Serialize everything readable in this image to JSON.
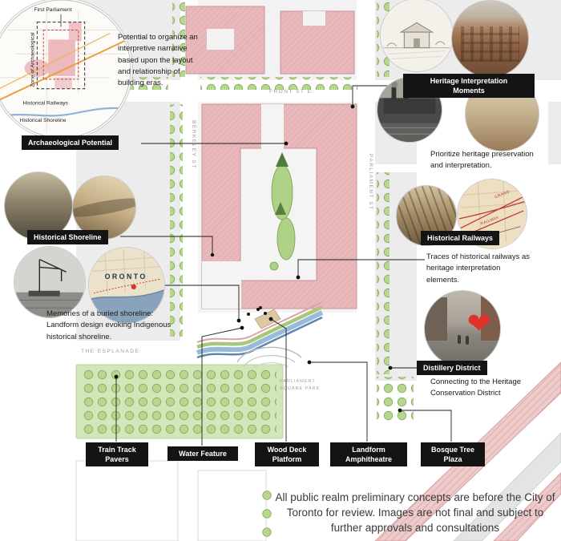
{
  "colors": {
    "building_pink": "#e9b8bb",
    "building_hatch": "#d49aa0",
    "park_green": "#d3e6b9",
    "tree_green": "#b7d68e",
    "water_blue": "#8fb3d6",
    "rail_band_pink": "#edcbcb",
    "railway_orange": "#e8a13c",
    "tag_black": "#141414",
    "heart_red": "#e0322a"
  },
  "map": {
    "front_st": "FRONT ST E",
    "berkeley_st": "BERKELEY ST",
    "parliament_st": "PARLIAMENT ST",
    "esplanade": "THE ESPLANADE",
    "park_line1": "PARLIAMENT",
    "park_line2": "SQUARE PARK"
  },
  "archaeological": {
    "tag": "Archaeological Potential",
    "desc": "Potential to organize an interpretive narrative based upon the layout and relationship of building eras.",
    "inner": {
      "first_parliament": "First Parliament",
      "zone": "Zone of Archaeological",
      "railways": "Historical Railways",
      "shoreline": "Historical Shoreline"
    }
  },
  "heritage": {
    "tag_line1": "Heritage Interpretation",
    "tag_line2": "Moments",
    "desc": "Prioritize heritage preservation and interpretation."
  },
  "shoreline": {
    "tag": "Historical Shoreline",
    "desc": "Memories of a buried shoreline: Landform design evoking Indigenous historical shoreline.",
    "map_fragment": "ORONTO"
  },
  "railways": {
    "tag": "Historical Railways",
    "desc": "Traces of historical railways as heritage interpretation elements.",
    "map_fragment_1": "GRAND",
    "map_fragment_2": "RAILWAY"
  },
  "distillery": {
    "tag": "Distillery District",
    "desc": "Connecting to the Heritage Conservation District",
    "heart_icon": "❤"
  },
  "features": [
    {
      "line1": "Train Track",
      "line2": "Pavers"
    },
    {
      "line1": "Water Feature"
    },
    {
      "line1": "Wood Deck",
      "line2": "Platform"
    },
    {
      "line1": "Landform",
      "line2": "Amphitheatre"
    },
    {
      "line1": "Bosque Tree",
      "line2": "Plaza"
    }
  ],
  "disclaimer": "All public realm preliminary concepts are before the City of Toronto for review. Images are not final and subject to further approvals and consultations"
}
